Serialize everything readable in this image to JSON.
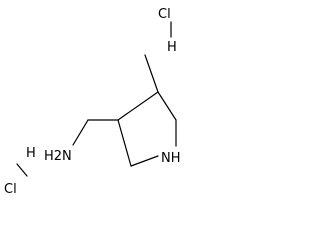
{
  "molecule": {
    "labels": {
      "hcl_top_cl": "Cl",
      "hcl_top_h": "H",
      "amine": "H2N",
      "ring_nh": "NH",
      "hcl_bottom_h": "H",
      "hcl_bottom_cl": "Cl"
    }
  }
}
